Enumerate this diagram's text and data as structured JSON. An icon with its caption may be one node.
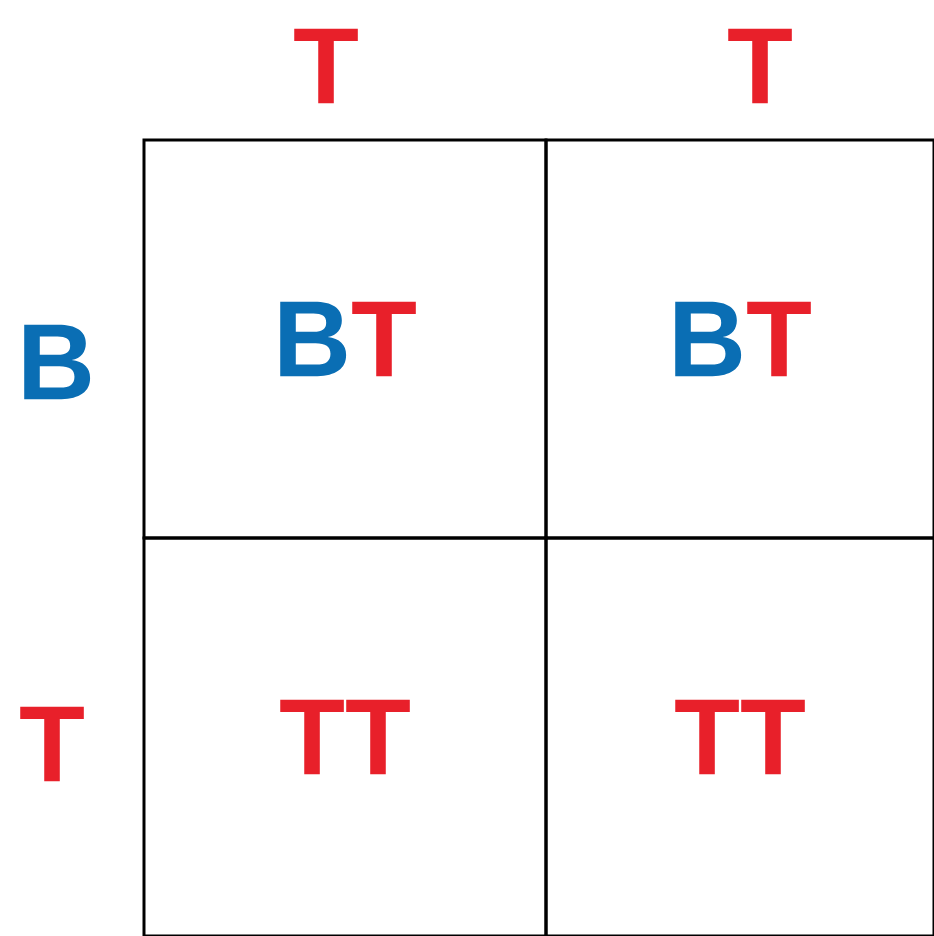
{
  "diagram": {
    "nodes": [
      {
        "text": [
          "B",
          "T"
        ]
      },
      {
        "text": [
          "B",
          "T"
        ]
      },
      {
        "text": [
          "T",
          "T"
        ]
      },
      {
        "text": [
          "T",
          "T"
        ]
      }
    ],
    "labels": [
      "T",
      "T",
      "B",
      "T"
    ]
  }
}
